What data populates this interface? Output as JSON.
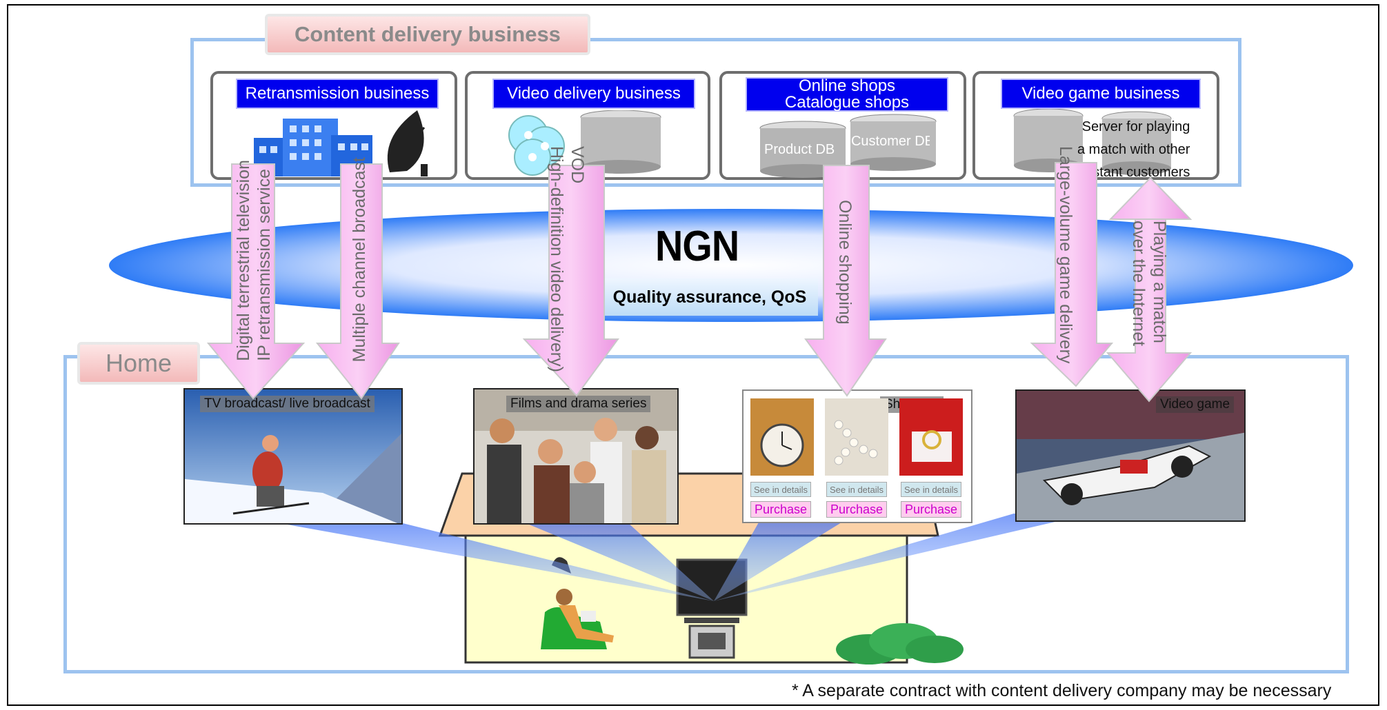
{
  "content_delivery": {
    "title": "Content delivery business",
    "businesses": [
      {
        "label": "Retransmission business"
      },
      {
        "label": "Video delivery business"
      },
      {
        "label_line1": "Online shops",
        "label_line2": "Catalogue shops"
      },
      {
        "label": "Video game business"
      }
    ],
    "db_labels": {
      "product": "Product DB",
      "customer": "Customer DB"
    },
    "server_note": [
      "Server for playing",
      "a match with other",
      "distant customers"
    ]
  },
  "ngn": {
    "title": "NGN",
    "subtitle": "Quality assurance, QoS"
  },
  "arrows": [
    {
      "lines": [
        "Digital terrestrial television",
        "IP retransmission service"
      ]
    },
    {
      "lines": [
        "Multiple channel broadcast"
      ]
    },
    {
      "lines": [
        "VOD",
        "High-definition video delivery)"
      ]
    },
    {
      "lines": [
        "Online shopping"
      ]
    },
    {
      "lines": [
        "Large-volume game delivery"
      ]
    },
    {
      "lines": [
        "Playing a match",
        "over the Internet"
      ]
    }
  ],
  "home": {
    "title": "Home",
    "screens": {
      "tv": "TV broadcast/ live broadcast",
      "films": "Films and drama series",
      "shopping": "Shopping",
      "game": "Video game"
    },
    "shop_buttons": {
      "details": "See in details",
      "purchase": "Purchase"
    }
  },
  "footnote": "*  A separate contract with content delivery company may be necessary",
  "colors": {
    "accent_blue": "#0000ee",
    "arrow_pink": "#f9b4f0",
    "panel_border": "#9dc3ef"
  }
}
